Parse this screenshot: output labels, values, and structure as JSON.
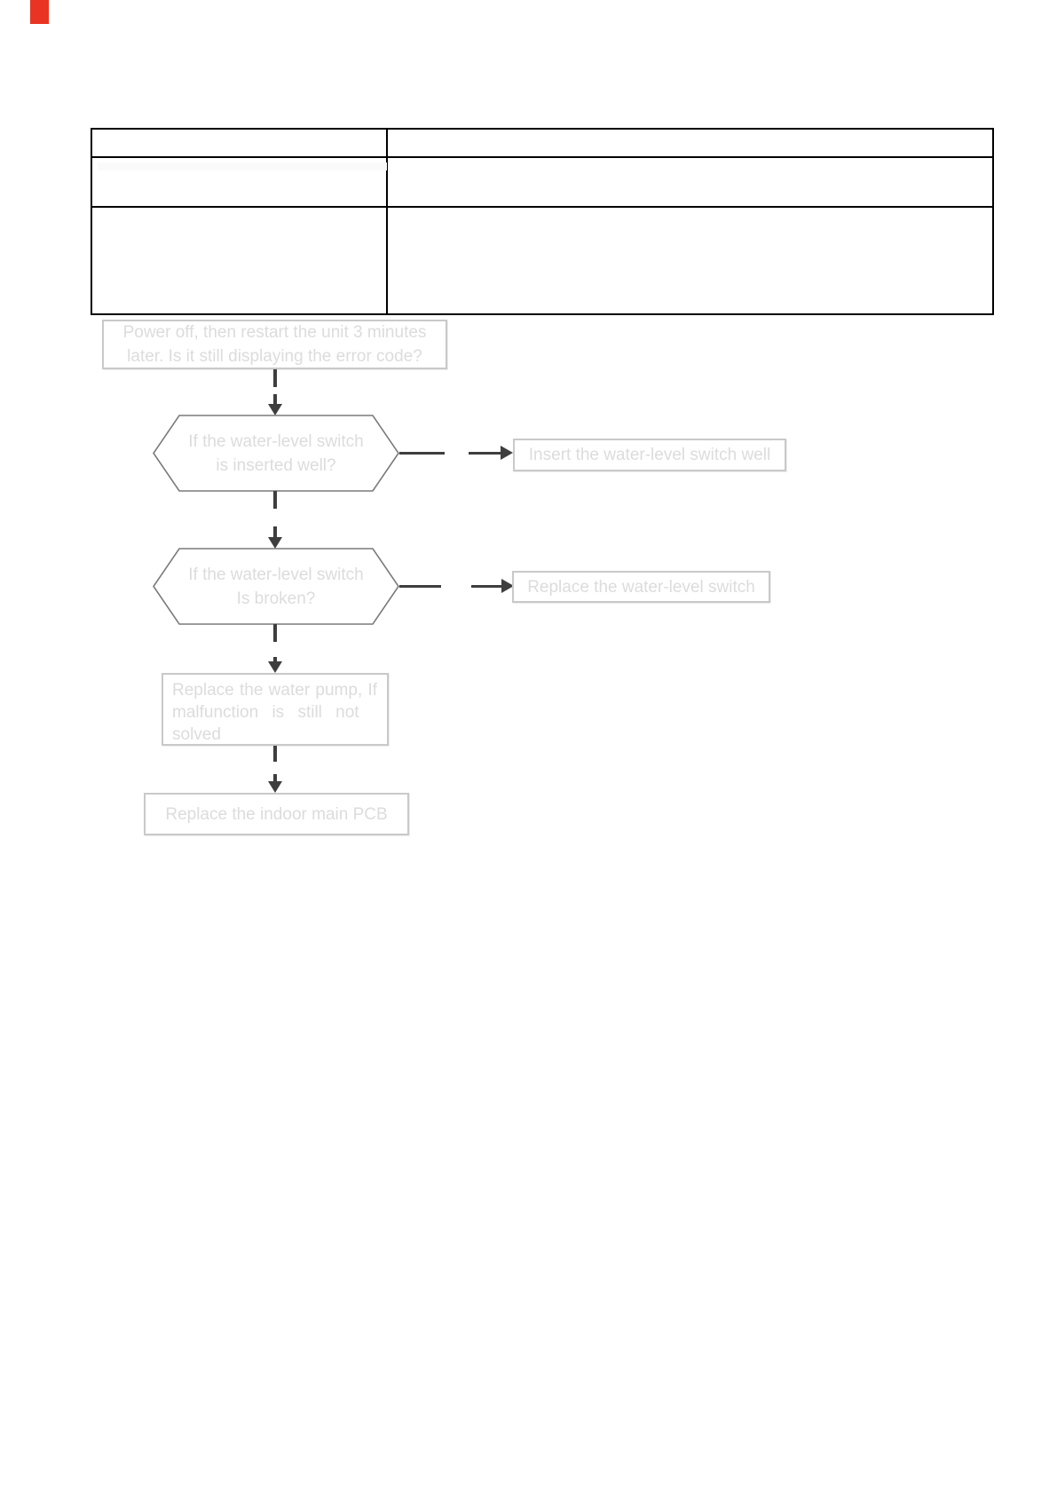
{
  "document": {
    "red_marker": {
      "color": "#e93323"
    },
    "table": {
      "cells": [
        "",
        "",
        "",
        "",
        "",
        ""
      ]
    },
    "flowchart": {
      "start": {
        "lines": [
          "Power off, then restart the unit 3 minutes",
          "later. Is it still displaying the error code?"
        ]
      },
      "decision1": {
        "lines": [
          "If the water-level switch",
          "is inserted well?"
        ]
      },
      "action1": {
        "label": "Insert the water-level switch well"
      },
      "decision2": {
        "lines": [
          "If the water-level switch",
          "Is broken?"
        ]
      },
      "action2": {
        "label": "Replace the water-level switch"
      },
      "process": {
        "text": "Replace the water pump, If malfunction is still not solved",
        "lines": [
          "Replace the water pump, If",
          "malfunction is still not",
          "solved"
        ]
      },
      "end": {
        "label": "Replace the indoor main PCB"
      }
    },
    "colors": {
      "red_marker": "#e93323",
      "table_border": "#000000",
      "box_border": "#c9c9c9",
      "hexagon_border": "#7a7a7a",
      "flow_text": "#dcdcdc",
      "arrow": "#3e3e3e"
    }
  }
}
